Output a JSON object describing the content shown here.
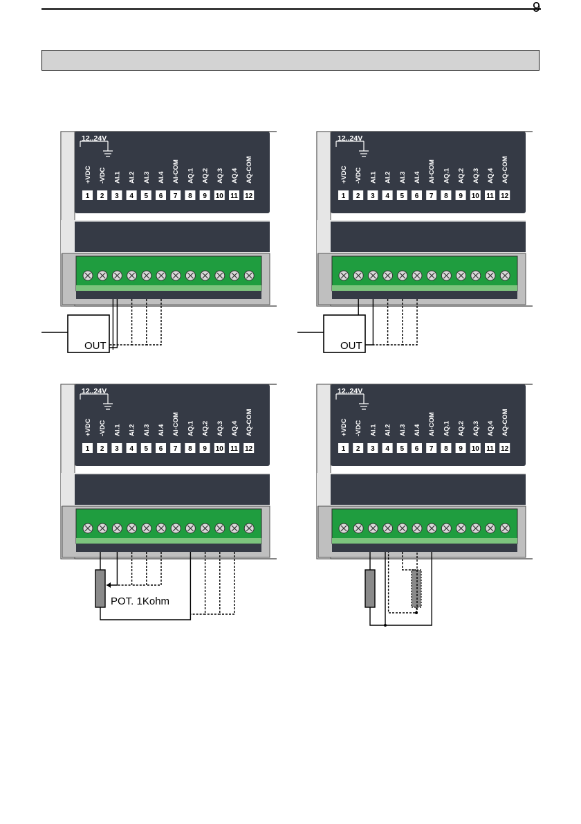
{
  "page": {
    "number": "9"
  },
  "module": {
    "supply_label": "12..24V",
    "terminals": [
      {
        "num": "1",
        "label": "+VDC"
      },
      {
        "num": "2",
        "label": "-VDC"
      },
      {
        "num": "3",
        "label": "AI.1"
      },
      {
        "num": "4",
        "label": "AI.2"
      },
      {
        "num": "5",
        "label": "AI.3"
      },
      {
        "num": "6",
        "label": "AI.4"
      },
      {
        "num": "7",
        "label": "AI-COM"
      },
      {
        "num": "8",
        "label": "AQ.1"
      },
      {
        "num": "9",
        "label": "AQ.2"
      },
      {
        "num": "10",
        "label": "AQ.3"
      },
      {
        "num": "11",
        "label": "AQ.4"
      },
      {
        "num": "12",
        "label": "AQ-COM"
      }
    ]
  },
  "diagrams": [
    {
      "id": "d1",
      "sensor_label": "OUT"
    },
    {
      "id": "d2",
      "sensor_label": "OUT"
    },
    {
      "id": "d3",
      "pot_label": "POT. 1Kohm"
    },
    {
      "id": "d4"
    }
  ],
  "colors": {
    "module_dark": "#353a45",
    "module_light": "#e6e6e6",
    "terminal_green": "#1f9d3f",
    "terminal_green_light": "#7cc47d",
    "resistor_gray": "#8a8a8a"
  }
}
